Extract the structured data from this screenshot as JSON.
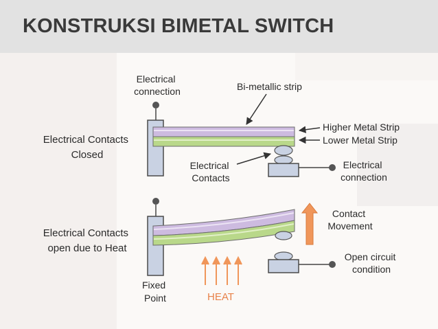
{
  "title": "KONSTRUKSI BIMETAL SWITCH",
  "labels": {
    "top_electrical_connection": [
      "Electrical",
      "connection"
    ],
    "bi_metallic_strip": "Bi-metallic strip",
    "contacts_closed": [
      "Electrical Contacts",
      "Closed"
    ],
    "higher_metal_strip": "Higher Metal Strip",
    "lower_metal_strip": "Lower Metal Strip",
    "electrical_contacts": [
      "Electrical",
      "Contacts"
    ],
    "right_electrical_connection": [
      "Electrical",
      "connection"
    ],
    "contact_movement": [
      "Contact",
      "Movement"
    ],
    "contacts_open": [
      "Electrical Contacts",
      "open due to Heat"
    ],
    "open_circuit": [
      "Open circuit",
      "condition"
    ],
    "fixed_point": [
      "Fixed",
      "Point"
    ],
    "heat": "HEAT"
  },
  "colors": {
    "title_bar": "#e2e2e2",
    "title_text": "#3a3a3a",
    "higher_strip": "#cdbbe0",
    "lower_strip": "#b9d88a",
    "block": "#c9d2e3",
    "heat_arrow": "#f0965a",
    "heat_text": "#e8824a"
  }
}
